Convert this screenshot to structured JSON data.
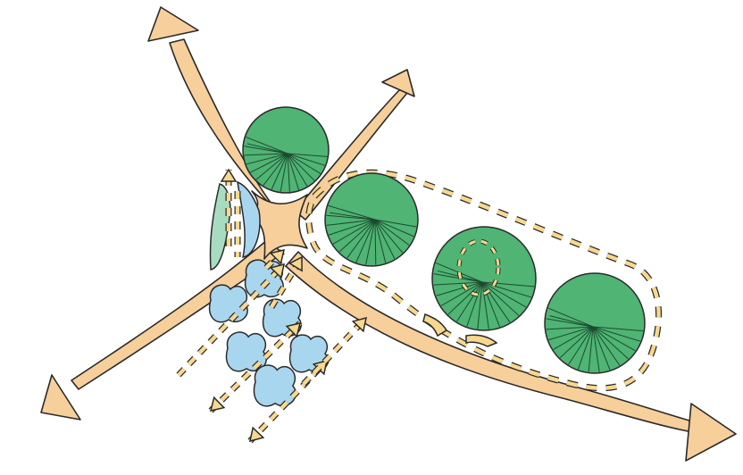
{
  "colors": {
    "road": "#f7cf9b",
    "tree_canopy": "#4fb474",
    "water": "#a9d6ef",
    "sliver": "#a8dcc0",
    "arrow_fill": "#f8d88e",
    "outline": "#2a2a2a",
    "background": "#ffffff"
  },
  "icons": {
    "tree": "circle-with-radiating-lines",
    "pond": "blob",
    "movement": "dashed-arrow"
  }
}
